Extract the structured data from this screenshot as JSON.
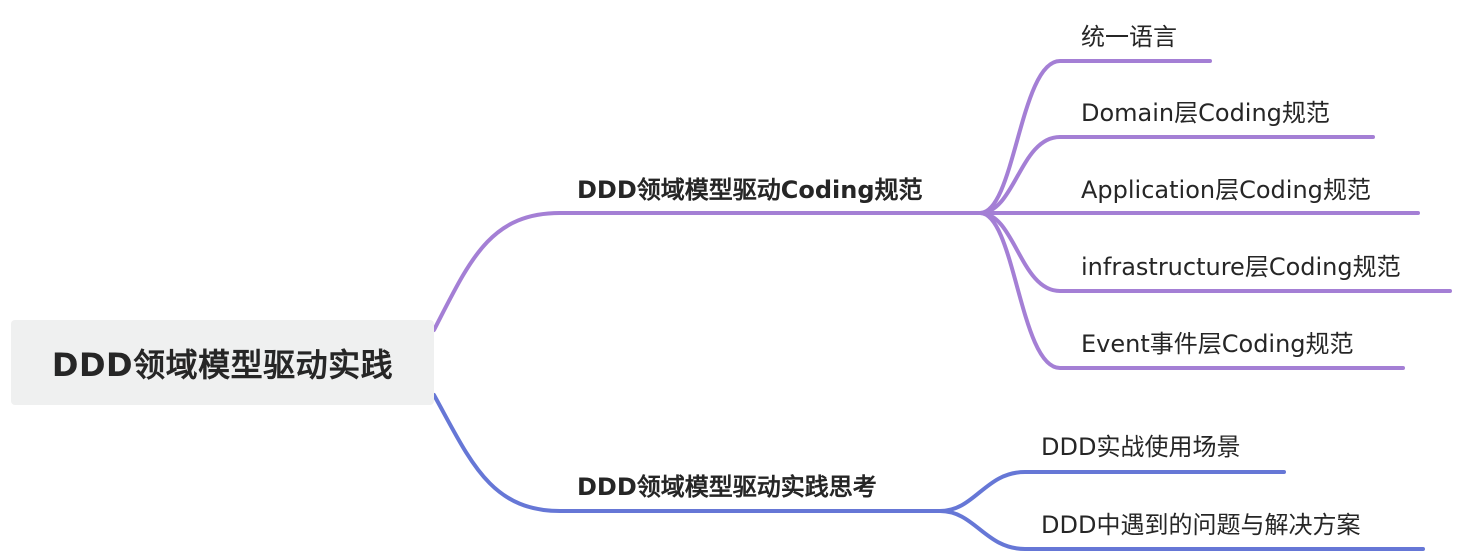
{
  "root": {
    "label": "DDD领域模型驱动实践"
  },
  "branches": [
    {
      "label": "DDD领域模型驱动Coding规范",
      "color": "#a47fd5",
      "children": [
        {
          "label": "统一语言"
        },
        {
          "label": "Domain层Coding规范"
        },
        {
          "label": "Application层Coding规范"
        },
        {
          "label": "infrastructure层Coding规范"
        },
        {
          "label": "Event事件层Coding规范"
        }
      ]
    },
    {
      "label": "DDD领域模型驱动实践思考",
      "color": "#6677d6",
      "children": [
        {
          "label": "DDD实战使用场景"
        },
        {
          "label": "DDD中遇到的问题与解决方案"
        }
      ]
    }
  ]
}
